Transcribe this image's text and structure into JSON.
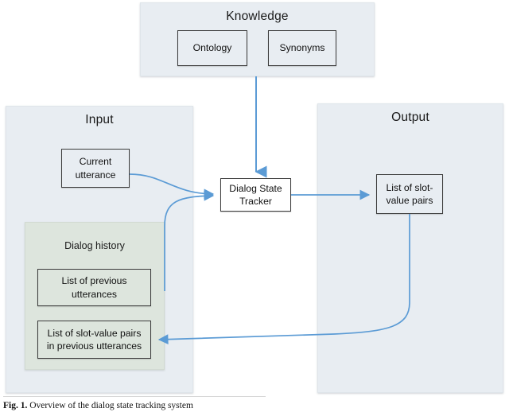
{
  "figure": {
    "caption_prefix": "Fig. 1.",
    "caption_text": "Overview of the dialog state tracking system",
    "accent_color": "#5b9bd5",
    "panel_color": "#e8edf2",
    "history_color": "#dde5dd",
    "node_border_color": "#3b3b3b"
  },
  "knowledge": {
    "title": "Knowledge",
    "nodes": [
      {
        "label": "Ontology"
      },
      {
        "label": "Synonyms"
      }
    ]
  },
  "input": {
    "title": "Input",
    "current_utterance": {
      "label": "Current\nutterance",
      "line1": "Current",
      "line2": "utterance"
    },
    "dialog_history": {
      "title": "Dialog history",
      "nodes": [
        {
          "line1": "List of previous",
          "line2": "utterances"
        },
        {
          "line1": "List of slot-value pairs",
          "line2": "in previous utterances"
        }
      ]
    }
  },
  "tracker": {
    "line1": "Dialog State",
    "line2": "Tracker"
  },
  "output": {
    "title": "Output",
    "slot_value_pairs": {
      "line1": "List of slot-",
      "line2": "value pairs"
    }
  },
  "edges": [
    {
      "name": "knowledge-to-tracker",
      "from": "Knowledge",
      "to": "Dialog State Tracker"
    },
    {
      "name": "current-utterance-to-tracker",
      "from": "Current utterance",
      "to": "Dialog State Tracker"
    },
    {
      "name": "dialog-history-to-tracker",
      "from": "Dialog history",
      "to": "Dialog State Tracker"
    },
    {
      "name": "tracker-to-output",
      "from": "Dialog State Tracker",
      "to": "List of slot-value pairs"
    },
    {
      "name": "output-to-history",
      "from": "List of slot-value pairs",
      "to": "List of slot-value pairs in previous utterances"
    }
  ]
}
